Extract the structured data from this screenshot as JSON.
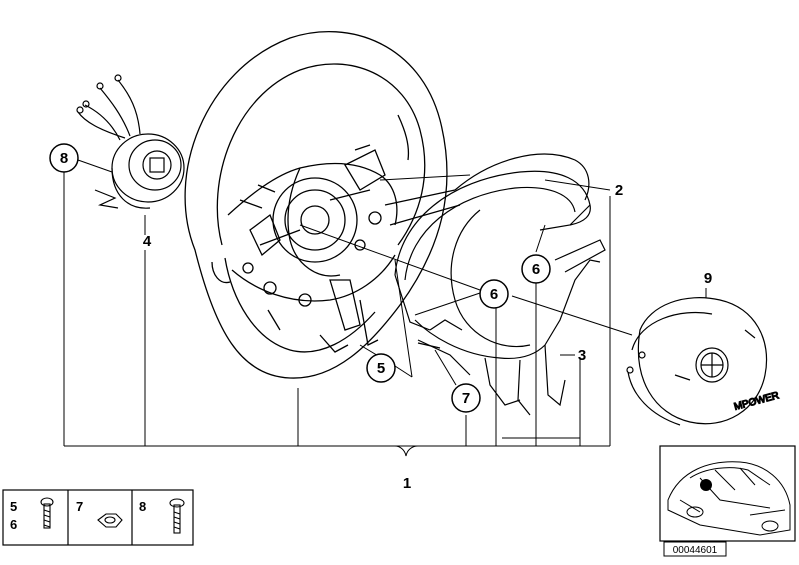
{
  "diagram": {
    "callouts": {
      "c1": "1",
      "c2": "2",
      "c3": "3",
      "c4": "4",
      "c5": "5",
      "c6a": "6",
      "c6b": "6",
      "c7": "7",
      "c8": "8",
      "c9": "9"
    },
    "legend": {
      "cell_a_top": "5",
      "cell_a_bottom": "6",
      "cell_b": "7",
      "cell_c": "8"
    },
    "part_number": "00044601",
    "airbag_logo": "MPOWER"
  }
}
